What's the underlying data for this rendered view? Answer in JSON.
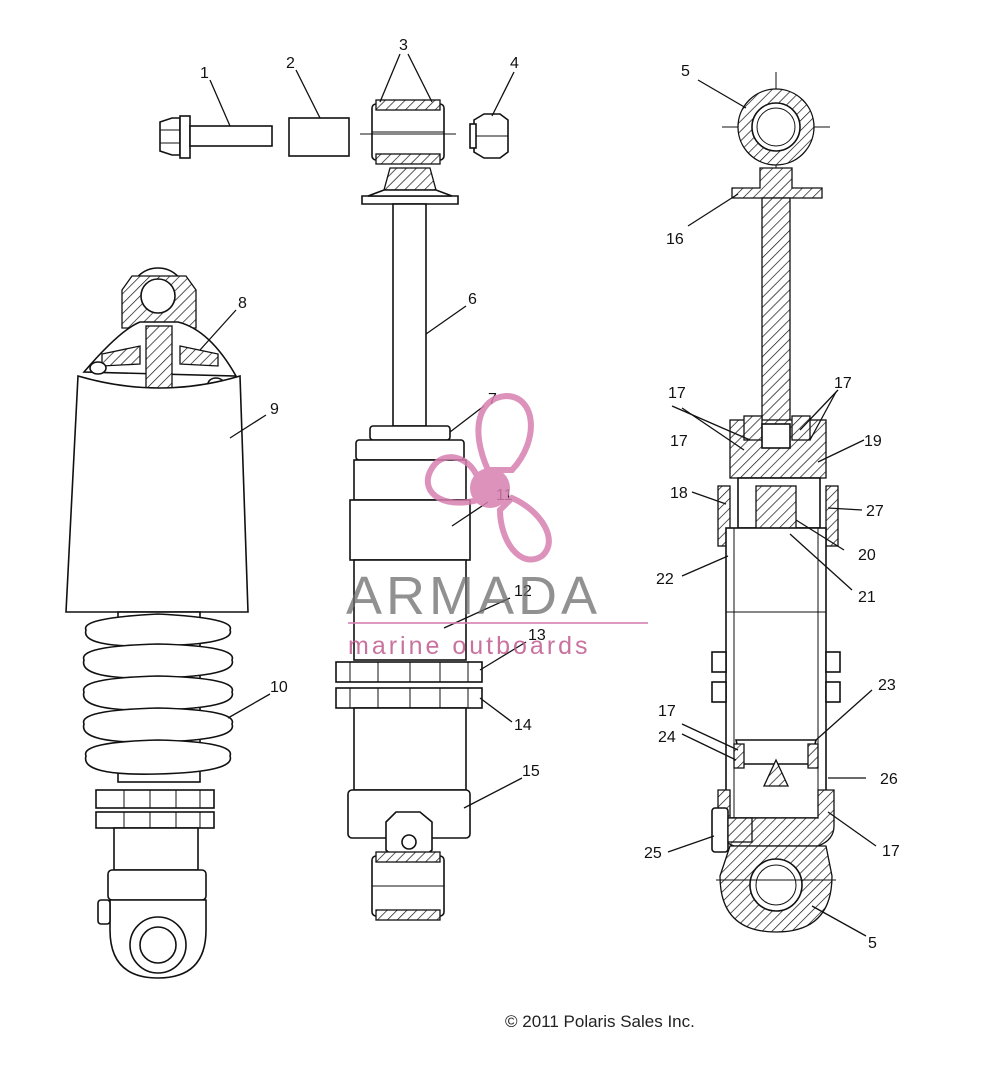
{
  "diagram": {
    "callouts": [
      {
        "id": "c1",
        "text": "1"
      },
      {
        "id": "c2",
        "text": "2"
      },
      {
        "id": "c3",
        "text": "3"
      },
      {
        "id": "c4",
        "text": "4"
      },
      {
        "id": "c5a",
        "text": "5"
      },
      {
        "id": "c5b",
        "text": "5"
      },
      {
        "id": "c6",
        "text": "6"
      },
      {
        "id": "c7",
        "text": "7"
      },
      {
        "id": "c8",
        "text": "8"
      },
      {
        "id": "c9",
        "text": "9"
      },
      {
        "id": "c10",
        "text": "10"
      },
      {
        "id": "c11",
        "text": "11"
      },
      {
        "id": "c12",
        "text": "12"
      },
      {
        "id": "c13",
        "text": "13"
      },
      {
        "id": "c14",
        "text": "14"
      },
      {
        "id": "c15",
        "text": "15"
      },
      {
        "id": "c16",
        "text": "16"
      },
      {
        "id": "c17a",
        "text": "17"
      },
      {
        "id": "c17b",
        "text": "17"
      },
      {
        "id": "c17c",
        "text": "17"
      },
      {
        "id": "c17d",
        "text": "17"
      },
      {
        "id": "c17e",
        "text": "17"
      },
      {
        "id": "c18",
        "text": "18"
      },
      {
        "id": "c19",
        "text": "19"
      },
      {
        "id": "c20",
        "text": "20"
      },
      {
        "id": "c21",
        "text": "21"
      },
      {
        "id": "c22",
        "text": "22"
      },
      {
        "id": "c23",
        "text": "23"
      },
      {
        "id": "c24",
        "text": "24"
      },
      {
        "id": "c25",
        "text": "25"
      },
      {
        "id": "c26",
        "text": "26"
      },
      {
        "id": "c27",
        "text": "27"
      }
    ],
    "copyright": "© 2011 Polaris Sales Inc."
  },
  "watermark": {
    "brand": "ARMADA",
    "tagline": "marine outboards",
    "accent_color": "#d77fb0"
  },
  "colors": {
    "line": "#111111",
    "background": "#ffffff"
  }
}
